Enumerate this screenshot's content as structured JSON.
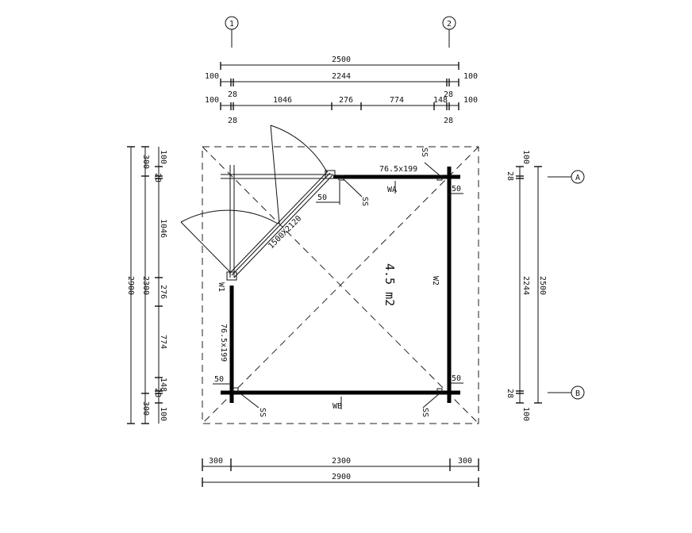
{
  "grid": {
    "axis_1": "1",
    "axis_2": "2",
    "axis_a": "A",
    "axis_b": "B"
  },
  "top_dims": {
    "overall": "2500",
    "inner": "2244",
    "left_off_a": "100",
    "right_off_a": "100",
    "left_off_b": "100",
    "right_off_b": "100",
    "t28_a": "28",
    "t28_b": "28",
    "t28_c": "28",
    "t28_d": "28",
    "seg_1046": "1046",
    "seg_276": "276",
    "seg_774": "774",
    "seg_148": "148"
  },
  "bottom_dims": {
    "left_overhang": "300",
    "middle": "2300",
    "right_overhang": "300",
    "overall": "2900"
  },
  "left_dims": {
    "overall": "2900",
    "middle": "2300",
    "top_overhang": "300",
    "bottom_overhang": "300",
    "t100_top": "100",
    "t100_bot": "100",
    "t28_top": "28",
    "t28_bot": "28",
    "seg_1046": "1046",
    "seg_276": "276",
    "seg_774": "774",
    "seg_148": "148"
  },
  "right_dims": {
    "overall": "2500",
    "inner": "2244",
    "t100_top": "100",
    "t100_bot": "100",
    "t28_top": "28",
    "t28_bot": "28"
  },
  "labels": {
    "log_top": "76.5x199",
    "log_left": "76.5x199",
    "door": "1500X2120",
    "area": "4.5 m2",
    "wall_a": "WA",
    "wall_b": "WB",
    "wall_1": "W1",
    "wall_2": "W2",
    "ss_top_center": "SS",
    "ss_top_right": "SS",
    "ss_bottom_left": "SS",
    "ss_bottom_right": "SS",
    "n50_top_left": "50",
    "n50_top_right": "50",
    "n50_bottom_left": "50",
    "n50_bottom_right": "50"
  }
}
